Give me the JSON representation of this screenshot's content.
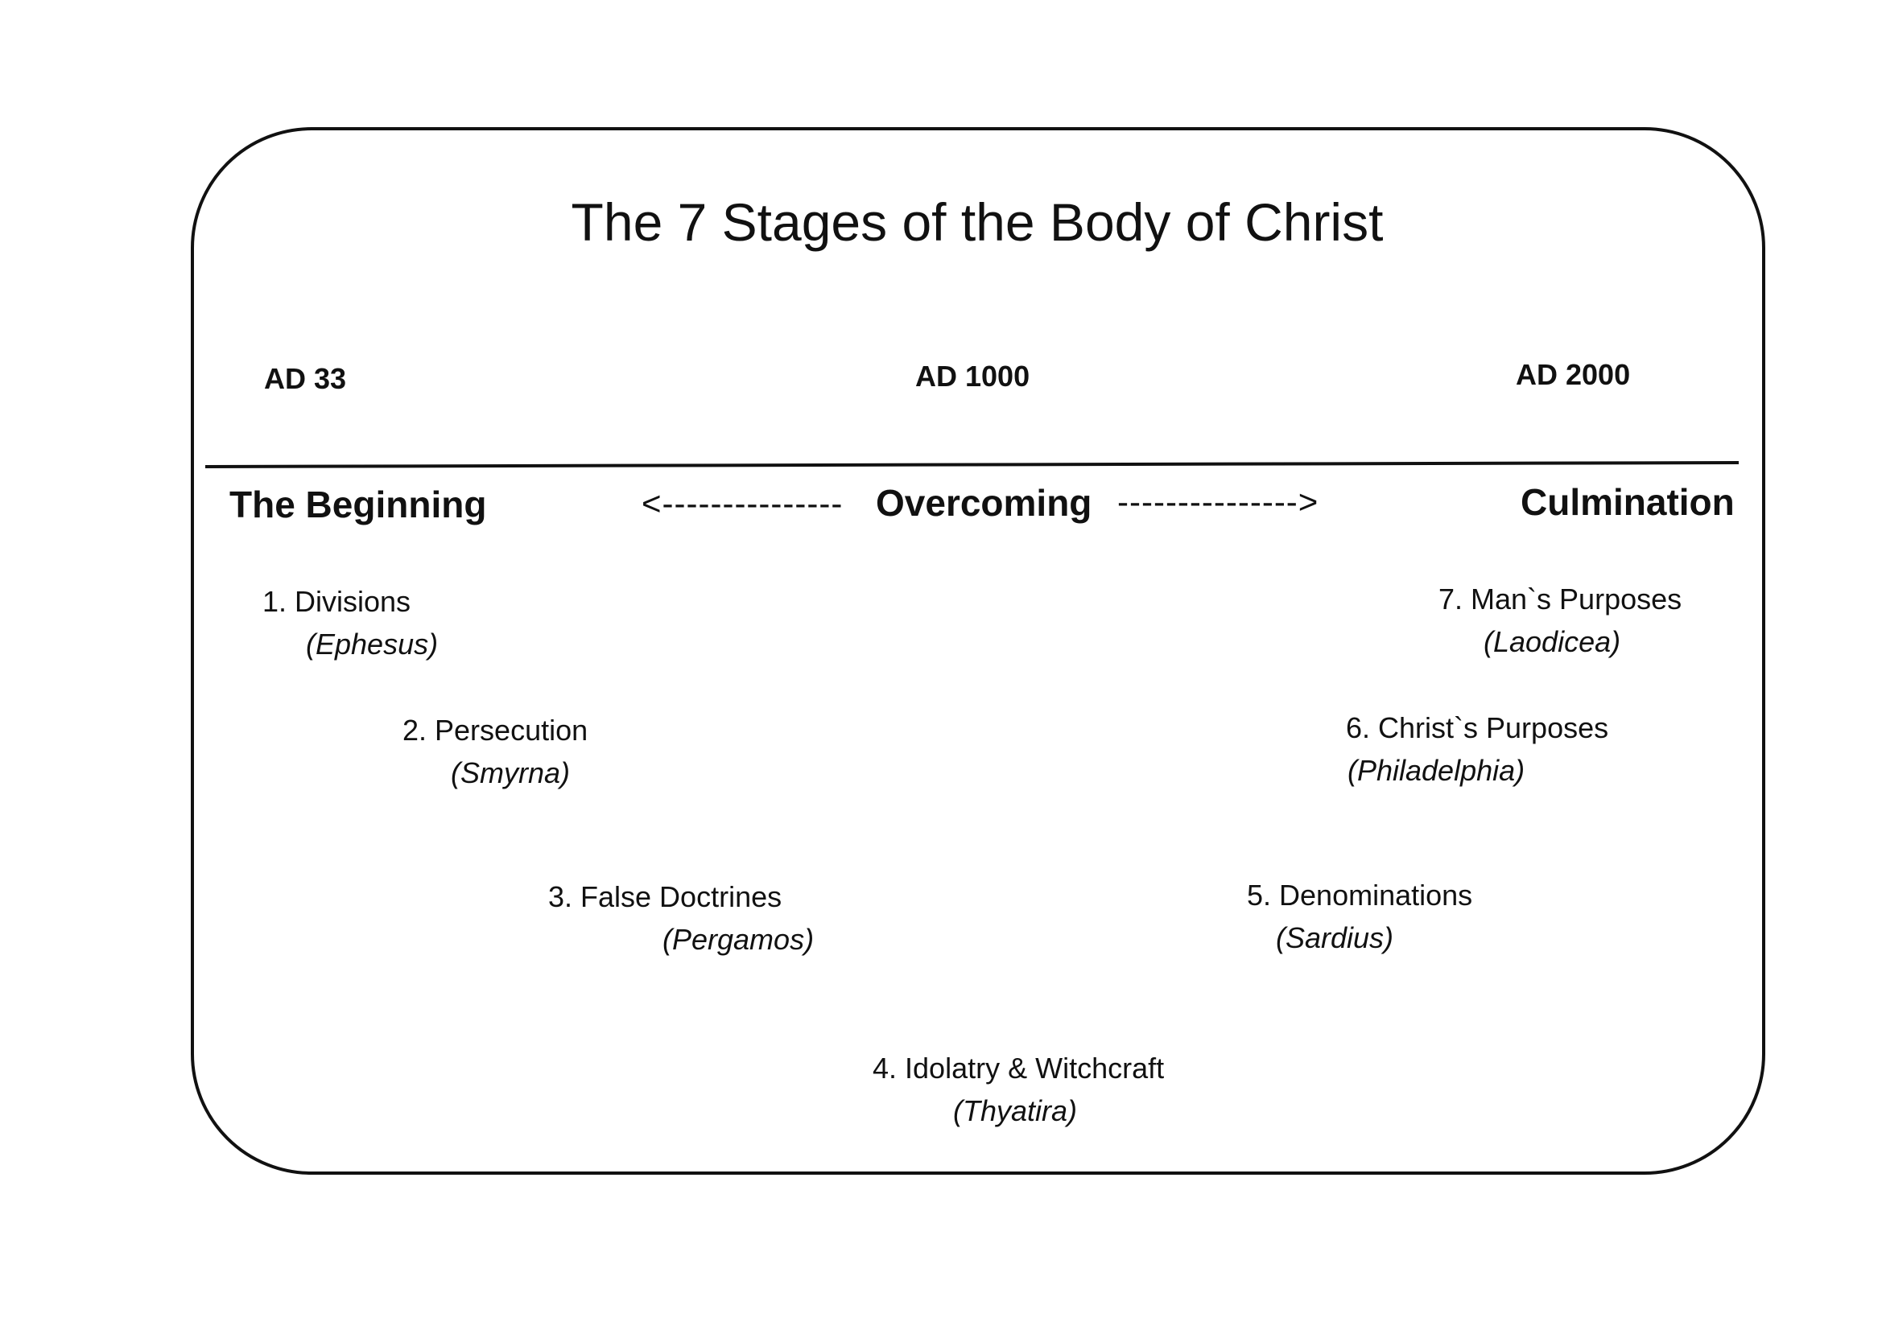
{
  "title": "The 7 Stages of the Body of Christ",
  "eras": {
    "start": "AD 33",
    "middle": "AD 1000",
    "end": "AD 2000"
  },
  "headings": {
    "beginning": "The Beginning",
    "arrow_left": "<---------------",
    "overcoming": "Overcoming",
    "arrow_right": "--------------->",
    "culmination": "Culmination"
  },
  "stages": [
    {
      "name": "1. Divisions",
      "church": "(Ephesus)"
    },
    {
      "name": "2. Persecution",
      "church": "(Smyrna)"
    },
    {
      "name": "3. False Doctrines",
      "church": "(Pergamos)"
    },
    {
      "name": "4. Idolatry & Witchcraft",
      "church": "(Thyatira)"
    },
    {
      "name": "5. Denominations",
      "church": "(Sardius)"
    },
    {
      "name": "6. Christ`s Purposes",
      "church": "(Philadelphia)"
    },
    {
      "name": "7. Man`s Purposes",
      "church": "(Laodicea)"
    }
  ]
}
